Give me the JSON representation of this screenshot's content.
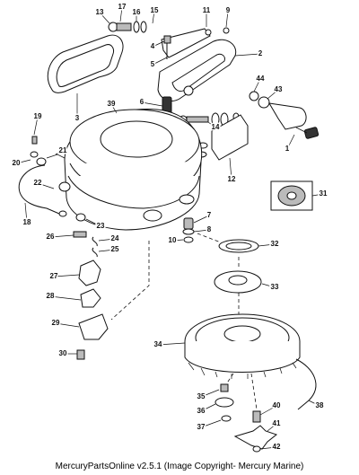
{
  "callouts": [
    "1",
    "2",
    "3",
    "4",
    "5",
    "6",
    "7",
    "8",
    "9",
    "10",
    "11",
    "12",
    "13",
    "14",
    "15",
    "16",
    "17",
    "18",
    "19",
    "20",
    "21",
    "22",
    "23",
    "24",
    "25",
    "26",
    "27",
    "28",
    "29",
    "30",
    "31",
    "32",
    "33",
    "34",
    "35",
    "36",
    "37",
    "38",
    "39",
    "40",
    "41",
    "42",
    "43",
    "44"
  ],
  "footer": {
    "copyright": "MercuryPartsOnline v2.5.1 (Image Copyright- Mercury Marine)"
  }
}
